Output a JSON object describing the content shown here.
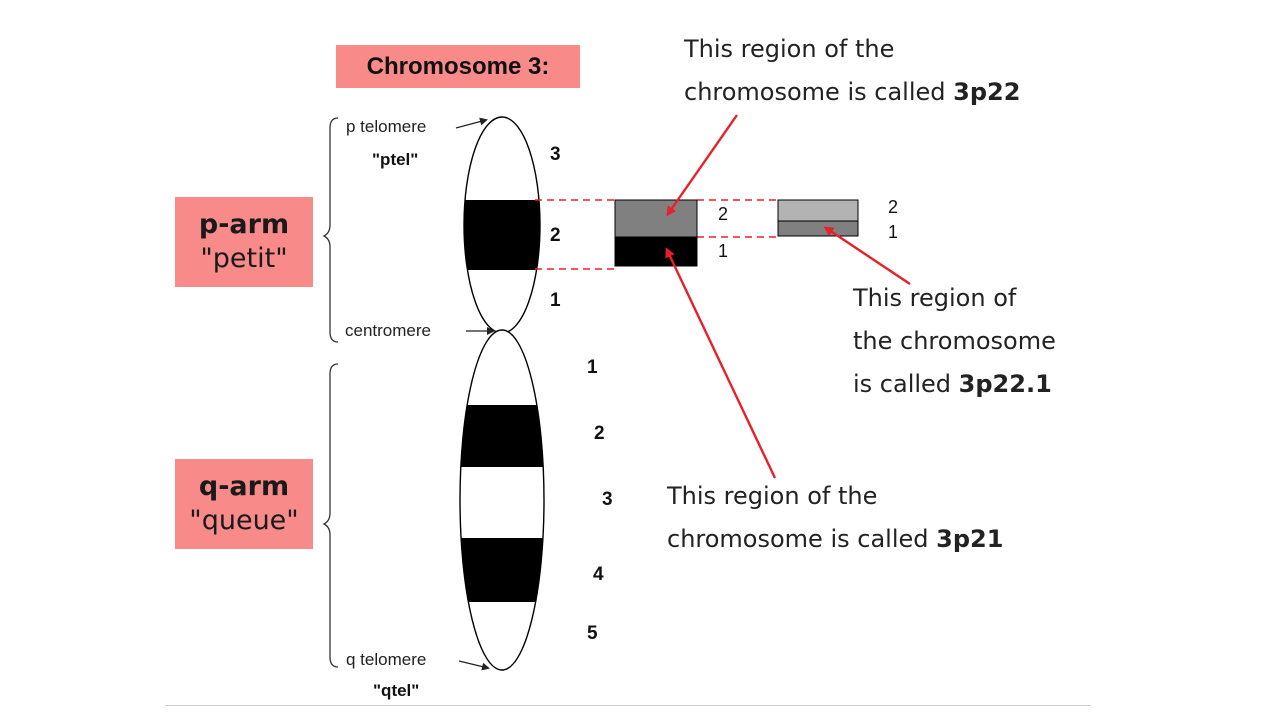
{
  "title": "Chromosome 3:",
  "p_arm": {
    "name": "p-arm",
    "nickname": "\"petit\""
  },
  "q_arm": {
    "name": "q-arm",
    "nickname": "\"queue\""
  },
  "labels": {
    "p_telomere": "p telomere",
    "ptel": "\"ptel\"",
    "centromere": "centromere",
    "q_telomere": "q telomere",
    "qtel": "\"qtel\""
  },
  "p_bands": [
    "3",
    "2",
    "1"
  ],
  "q_bands": [
    "1",
    "2",
    "3",
    "4",
    "5"
  ],
  "zoom1_bands": [
    "2",
    "1"
  ],
  "zoom2_bands": [
    "2",
    "1"
  ],
  "captions": {
    "c3p22": {
      "line1": "This region of the",
      "line2_prefix": "chromosome is called ",
      "code": "3p22"
    },
    "c3p22_1": {
      "line1": "This region of",
      "line2": "the chromosome",
      "line3_prefix": "is called ",
      "code": "3p22.1"
    },
    "c3p21": {
      "line1": "This region of the",
      "line2_prefix": "chromosome is called ",
      "code": "3p21"
    }
  },
  "colors": {
    "highlight": "#f88a8a",
    "arrow": "#e8202a",
    "band_dark": "#000000",
    "band_mid": "#808080",
    "band_light": "#b3b3b3"
  }
}
